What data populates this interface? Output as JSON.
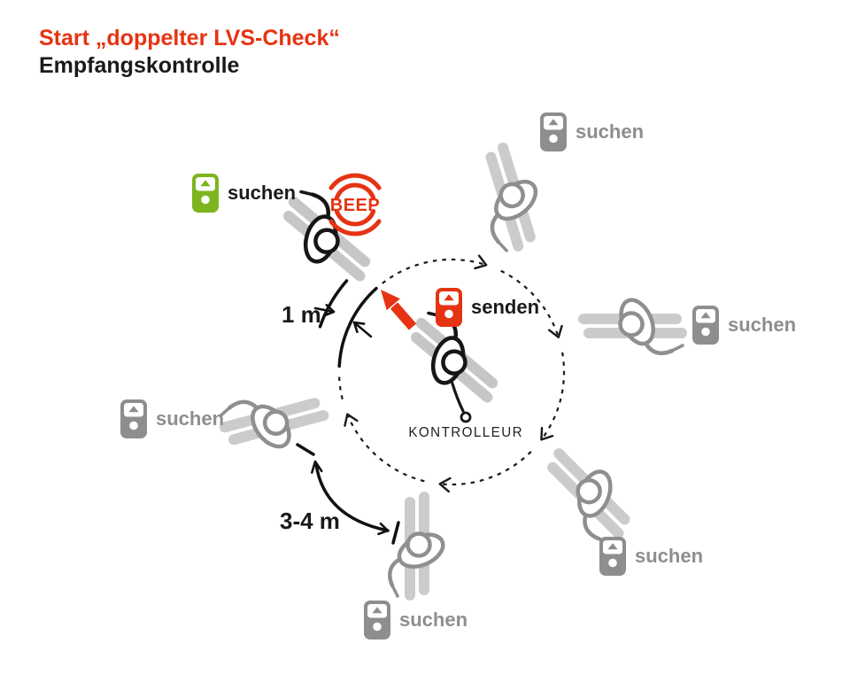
{
  "title": {
    "line1": "Start „doppelter LVS-Check“",
    "line2": "Empfangskontrolle"
  },
  "beep_label": "BEEP",
  "controller_label": "KONTROLLEUR",
  "distance_labels": {
    "to_controller": "1 m",
    "between_members": "3-4 m"
  },
  "stations": [
    {
      "position": "top",
      "label": "suchen",
      "device_state": "gray"
    },
    {
      "position": "upper-left",
      "label": "suchen",
      "device_state": "green"
    },
    {
      "position": "center",
      "label": "senden",
      "device_state": "red"
    },
    {
      "position": "right",
      "label": "suchen",
      "device_state": "gray"
    },
    {
      "position": "left",
      "label": "suchen",
      "device_state": "gray"
    },
    {
      "position": "bottom-right",
      "label": "suchen",
      "device_state": "gray"
    },
    {
      "position": "bottom",
      "label": "suchen",
      "device_state": "gray"
    }
  ],
  "colors": {
    "red": "#e63312",
    "green": "#7cb51f",
    "gray": "#8e8e8e",
    "ski": "#c9c9c9",
    "ink": "#1a1a1a"
  }
}
